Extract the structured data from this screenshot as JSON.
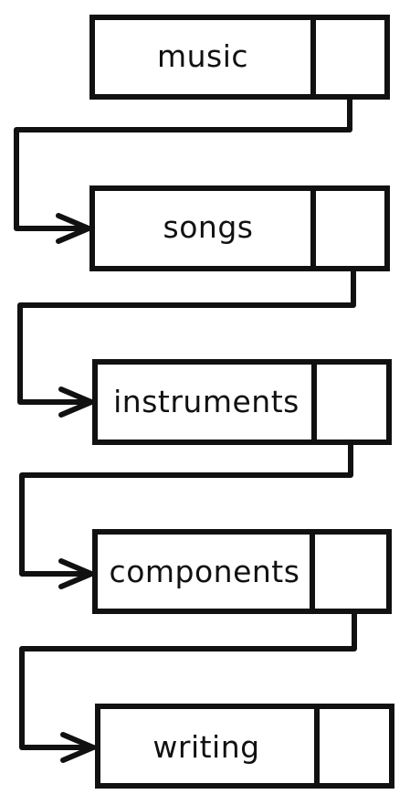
{
  "diagram": {
    "type": "linked-list",
    "nodes": [
      {
        "label": "music"
      },
      {
        "label": "songs"
      },
      {
        "label": "instruments"
      },
      {
        "label": "components"
      },
      {
        "label": "writing"
      }
    ],
    "stroke_color": "#111111",
    "background_color": "#ffffff"
  }
}
